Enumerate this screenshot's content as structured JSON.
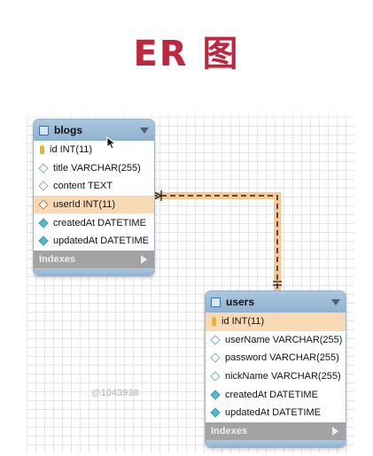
{
  "title": "ER 图",
  "watermark": "@1043938",
  "tables": {
    "blogs": {
      "name": "blogs",
      "columns": [
        {
          "icon": "primary-key-icon",
          "label": "id INT(11)"
        },
        {
          "icon": "column-diamond-icon",
          "label": "title VARCHAR(255)"
        },
        {
          "icon": "column-diamond-icon",
          "label": "content TEXT"
        },
        {
          "icon": "foreign-key-icon",
          "label": "userId INT(11)"
        },
        {
          "icon": "column-filled-diamond-icon",
          "label": "createdAt DATETIME"
        },
        {
          "icon": "column-filled-diamond-icon",
          "label": "updatedAt DATETIME"
        }
      ],
      "footer": "Indexes"
    },
    "users": {
      "name": "users",
      "columns": [
        {
          "icon": "primary-key-icon",
          "label": "id INT(11)"
        },
        {
          "icon": "column-diamond-icon",
          "label": "userName VARCHAR(255)"
        },
        {
          "icon": "column-diamond-icon",
          "label": "password VARCHAR(255)"
        },
        {
          "icon": "column-diamond-icon",
          "label": "nickName VARCHAR(255)"
        },
        {
          "icon": "column-filled-diamond-icon",
          "label": "createdAt DATETIME"
        },
        {
          "icon": "column-filled-diamond-icon",
          "label": "updatedAt DATETIME"
        }
      ],
      "footer": "Indexes"
    }
  },
  "relationship": {
    "from": "blogs.userId",
    "to": "users.id",
    "from_end": "many",
    "to_end": "one",
    "style": "dashed",
    "highlight_color": "#f5c894"
  },
  "colors": {
    "title": "#c0273f",
    "header": "#9dbdd6",
    "highlight_row": "#f7d9b6",
    "footer": "#a3a3a3"
  }
}
